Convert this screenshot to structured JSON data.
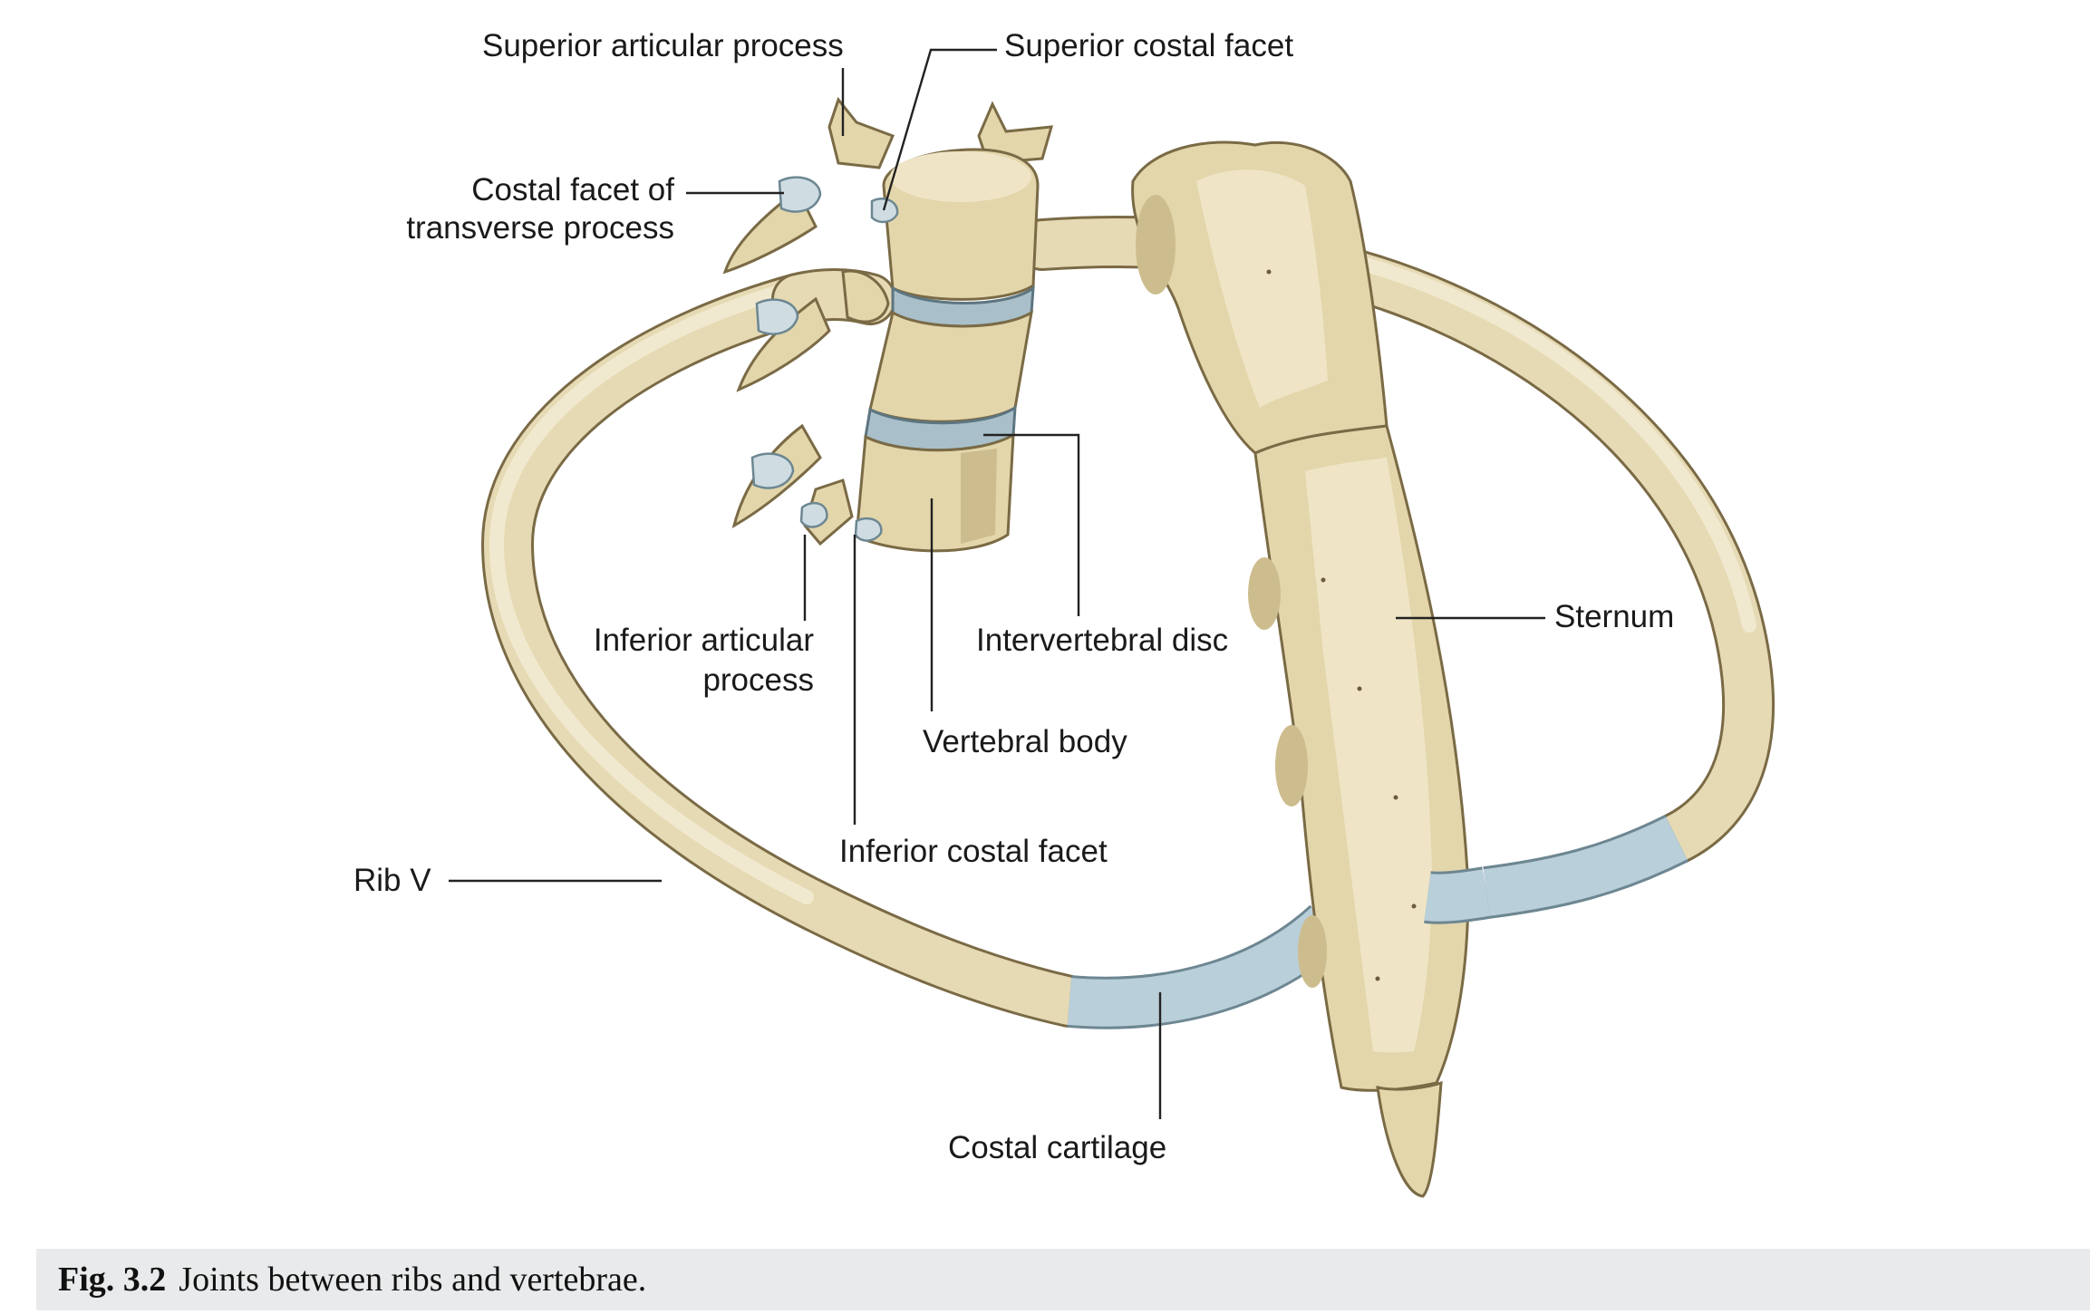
{
  "labels": {
    "superior_articular_process": "Superior articular process",
    "superior_costal_facet": "Superior costal facet",
    "costal_facet_line1": "Costal facet of",
    "costal_facet_line2": "transverse process",
    "inferior_articular_line1": "Inferior articular",
    "inferior_articular_line2": "process",
    "intervertebral_disc": "Intervertebral disc",
    "vertebral_body": "Vertebral body",
    "inferior_costal_facet": "Inferior costal facet",
    "sternum": "Sternum",
    "rib_v": "Rib V",
    "costal_cartilage": "Costal cartilage"
  },
  "caption": {
    "number": "Fig. 3.2",
    "text": "Joints between ribs and vertebrae."
  },
  "colors": {
    "bone": "#e3d6ab",
    "cartilage": "#b9cfd9",
    "caption_background": "#e9eaeb"
  }
}
